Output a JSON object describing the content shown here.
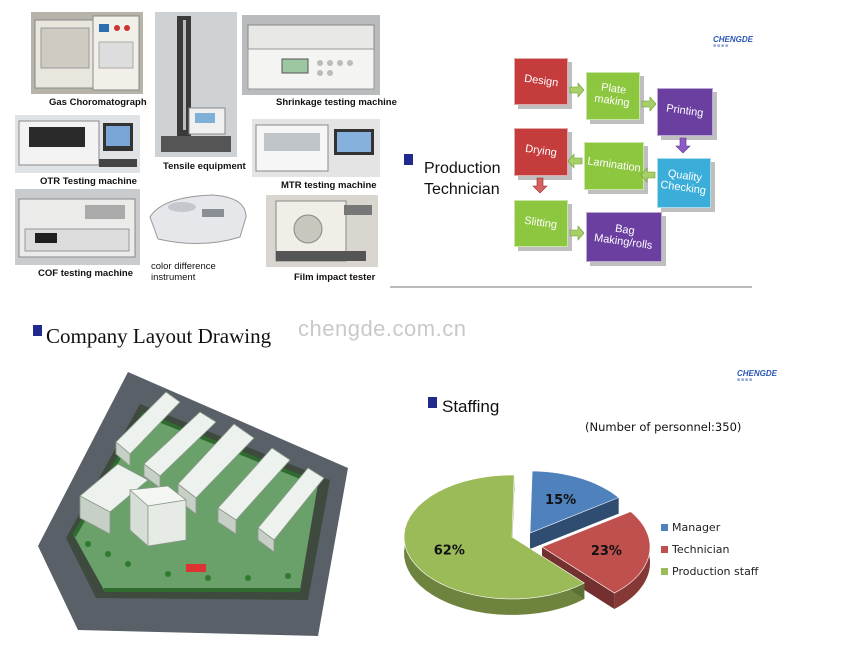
{
  "equipment": [
    {
      "id": "gas",
      "label": "Gas Choromatograph"
    },
    {
      "id": "tensile",
      "label": "Tensile equipment"
    },
    {
      "id": "shrink",
      "label": "Shrinkage testing machine"
    },
    {
      "id": "otr",
      "label": "OTR Testing machine"
    },
    {
      "id": "mtr",
      "label": "MTR testing machine"
    },
    {
      "id": "cof",
      "label": "COF testing machine"
    },
    {
      "id": "color",
      "label": "color difference\ninstrument"
    },
    {
      "id": "impact",
      "label": "Film impact tester"
    }
  ],
  "brand": {
    "logo": "CHENGDE",
    "watermark": "chengde.com.cn"
  },
  "production": {
    "heading_line1": "Production",
    "heading_line2": "Technician",
    "steps": {
      "design": "Design",
      "plate": "Plate\nmaking",
      "printing": "Printing",
      "drying": "Drying",
      "lamination": "Lamination",
      "quality": "Quality\nChecking",
      "slitting": "Slitting",
      "bag": "Bag Making/rolls"
    },
    "colors": {
      "red": "#c43c3c",
      "green": "#8dc63f",
      "purple": "#6b3fa0",
      "teal": "#3aaed8"
    }
  },
  "layout": {
    "heading": "Company Layout Drawing"
  },
  "staffing": {
    "heading": "Staffing",
    "personnel": "(Number of personnel:350)"
  },
  "chart_data": {
    "type": "pie",
    "title": "",
    "total_label": "(Number of personnel:350)",
    "slices": [
      {
        "name": "Manager",
        "value": 15,
        "label": "15%",
        "color": "#4f81bd"
      },
      {
        "name": "Technician",
        "value": 23,
        "label": "23%",
        "color": "#c0504d"
      },
      {
        "name": "Production staff",
        "value": 62,
        "label": "62%",
        "color": "#9bbb59"
      }
    ],
    "legend": "right"
  }
}
